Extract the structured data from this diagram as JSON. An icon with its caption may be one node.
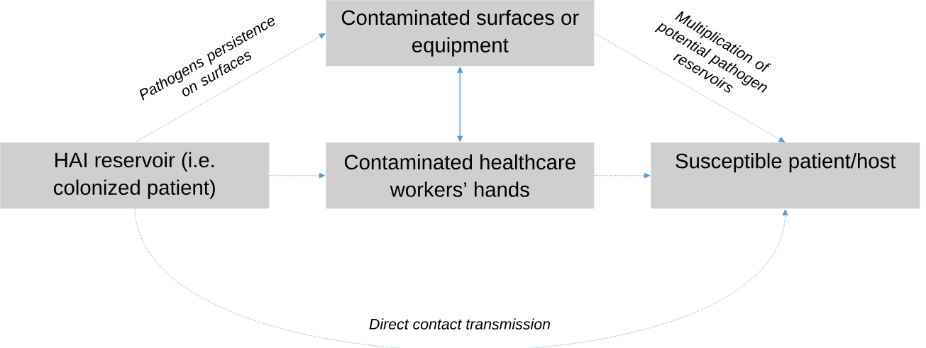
{
  "diagram": {
    "nodes": [
      {
        "text": [
          "Contaminated surfaces or equipment"
        ]
      },
      {
        "text": [
          "HAI reservoir (i.e. colonized patient)"
        ]
      },
      {
        "text": [
          "Contaminated healthcare workers’ hands"
        ]
      },
      {
        "text": [
          "Susceptible patient/host"
        ]
      }
    ],
    "edges": [
      {
        "from": 1,
        "to": 0,
        "arrow": "to",
        "label": "Pathogens persistence on surfaces",
        "style": "dashed"
      },
      {
        "from": 0,
        "to": 3,
        "arrow": "to",
        "label": "Multiplication of potential pathogen reservoirs",
        "style": "dashed"
      },
      {
        "from": 0,
        "to": 2,
        "arrow": "both"
      },
      {
        "from": 1,
        "to": 2,
        "arrow": "to",
        "style": "dashed"
      },
      {
        "from": 2,
        "to": 3,
        "arrow": "to",
        "style": "dashed"
      },
      {
        "from": 1,
        "to": 3,
        "arrow": "to",
        "label": "Direct contact transmission",
        "style": "dashed"
      }
    ]
  }
}
